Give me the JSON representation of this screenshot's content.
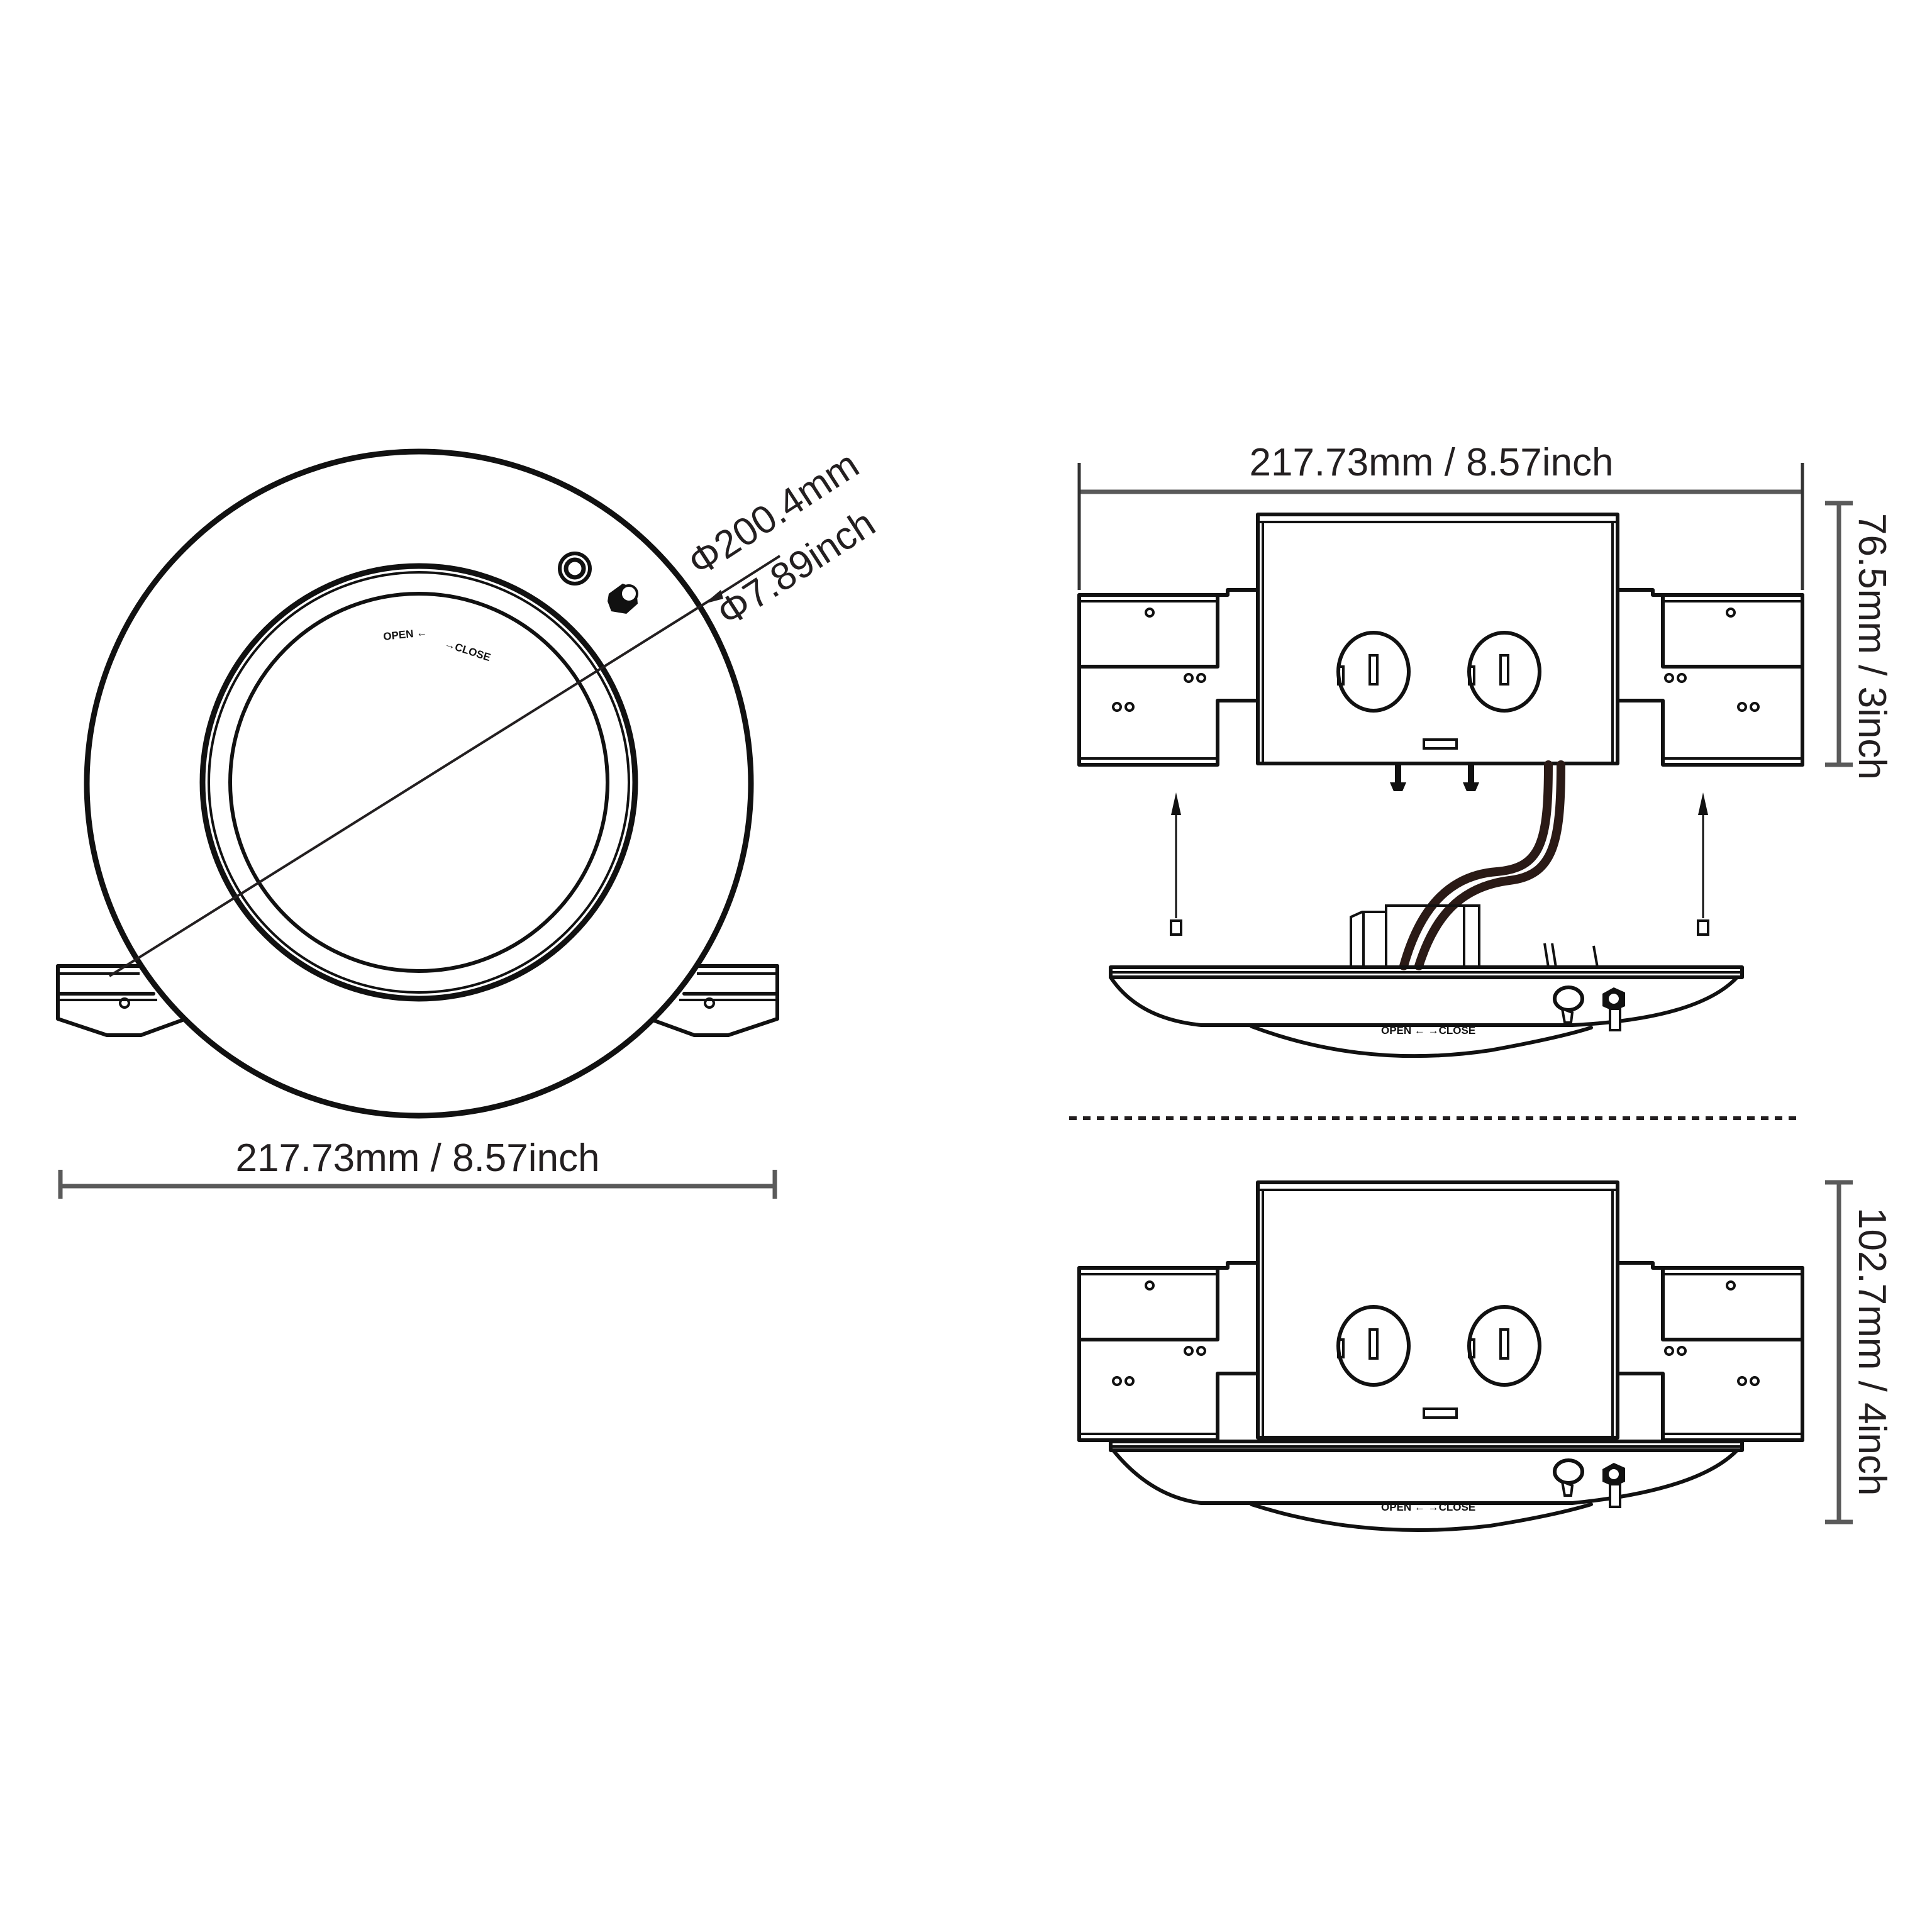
{
  "colors": {
    "line": "#111111",
    "dimension": "#5a5a5a",
    "text": "#231f20",
    "wire": "#2a1a16",
    "background": "#ffffff"
  },
  "front_view": {
    "diameter_mm": "Φ200.4mm",
    "diameter_inch": "Φ7.89inch",
    "engraving_open": "OPEN ←",
    "engraving_close": "→CLOSE",
    "width_dimension": "217.73mm / 8.57inch"
  },
  "exploded_view": {
    "width_dimension": "217.73mm / 8.57inch",
    "height_dimension": "76.5mm / 3inch",
    "trim_engraving": "OPEN ←   →CLOSE"
  },
  "assembled_view": {
    "height_dimension": "102.7mm / 4inch",
    "trim_engraving": "OPEN ←   →CLOSE"
  }
}
